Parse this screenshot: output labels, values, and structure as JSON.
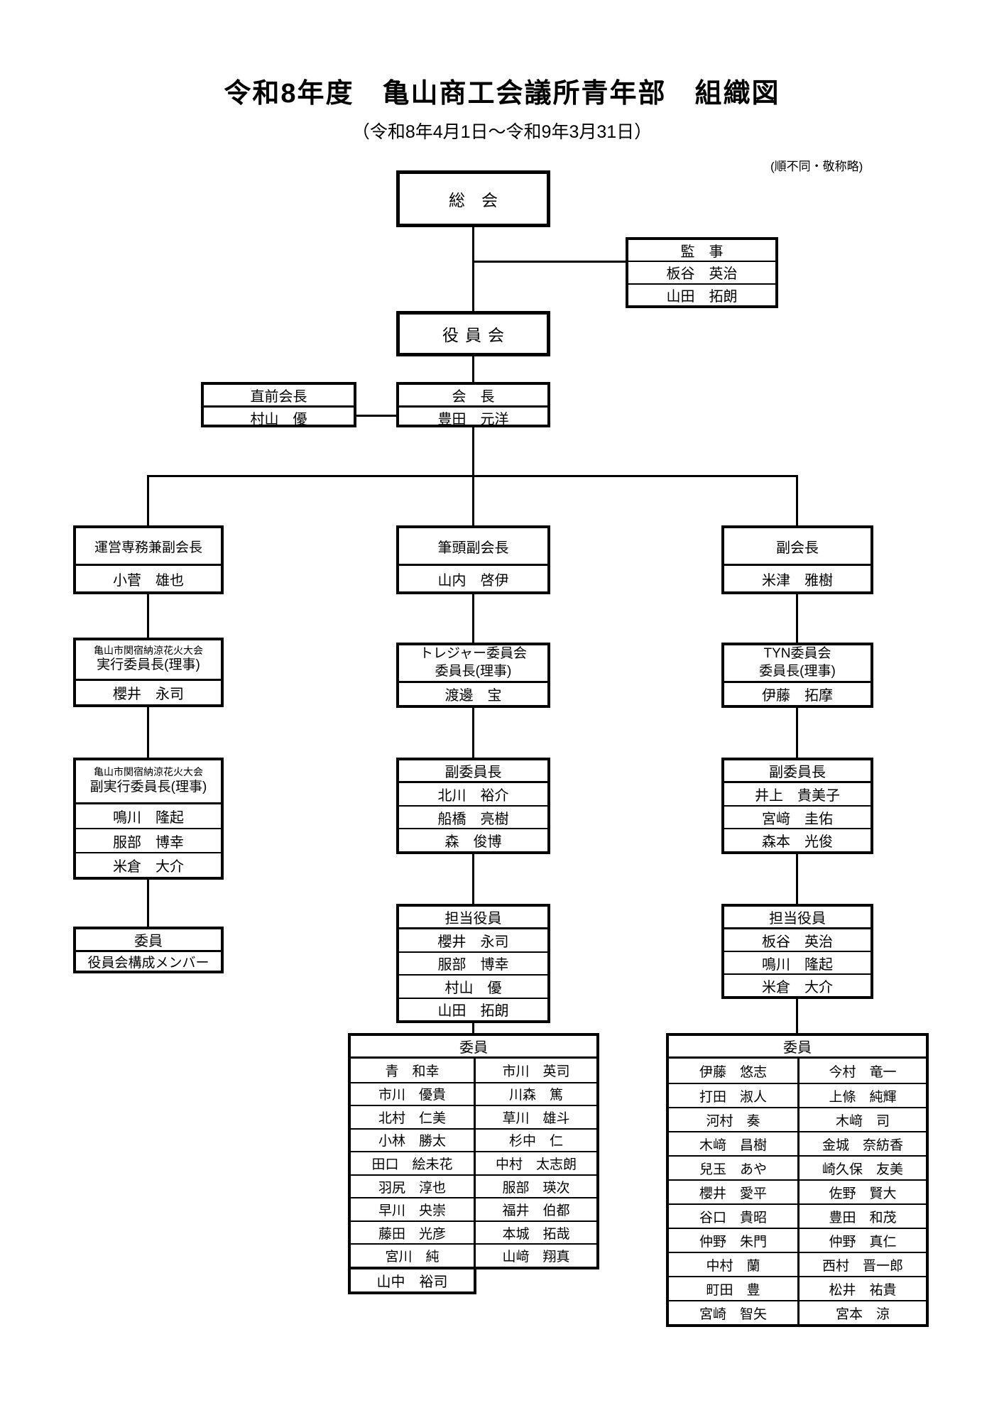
{
  "header": {
    "title": "令和8年度　亀山商工会議所青年部　組織図",
    "subtitle": "（令和8年4月1日～令和9年3月31日）",
    "note": "(順不同・敬称略)"
  },
  "soukai": {
    "label": "総　会"
  },
  "kanji": {
    "label": "監　事",
    "members": [
      "板谷　英治",
      "山田　拓朗"
    ]
  },
  "yakuinkai": {
    "label": "役員会"
  },
  "chokuzen": {
    "label": "直前会長",
    "members": [
      "村山　優"
    ]
  },
  "kaichou": {
    "label": "会　長",
    "members": [
      "豊田　元洋"
    ]
  },
  "unei": {
    "label": "運営専務兼副会長",
    "members": [
      "小菅　雄也"
    ]
  },
  "hittou": {
    "label": "筆頭副会長",
    "members": [
      "山内　啓伊"
    ]
  },
  "fukukaichou": {
    "label": "副会長",
    "members": [
      "米津　雅樹"
    ]
  },
  "hanabi_chair": {
    "org": "亀山市関宿納涼花火大会",
    "label": "実行委員長(理事)",
    "members": [
      "櫻井　永司"
    ]
  },
  "treasure_chair": {
    "org": "トレジャー委員会",
    "label": "委員長(理事)",
    "members": [
      "渡邊　宝"
    ]
  },
  "tyn_chair": {
    "org": "TYN委員会",
    "label": "委員長(理事)",
    "members": [
      "伊藤　拓摩"
    ]
  },
  "hanabi_vice": {
    "org": "亀山市関宿納涼花火大会",
    "label": "副実行委員長(理事)",
    "members": [
      "鳴川　隆起",
      "服部　博幸",
      "米倉　大介"
    ]
  },
  "treasure_vice": {
    "label": "副委員長",
    "members": [
      "北川　裕介",
      "船橋　亮樹",
      "森　俊博"
    ]
  },
  "tyn_vice": {
    "label": "副委員長",
    "members": [
      "井上　貴美子",
      "宮﨑　圭佑",
      "森本　光俊"
    ]
  },
  "treasure_officers": {
    "label": "担当役員",
    "members": [
      "櫻井　永司",
      "服部　博幸",
      "村山　優",
      "山田　拓朗"
    ]
  },
  "tyn_officers": {
    "label": "担当役員",
    "members": [
      "板谷　英治",
      "鳴川　隆起",
      "米倉　大介"
    ]
  },
  "hanabi_members": {
    "label": "委員",
    "members": [
      "役員会構成メンバー"
    ]
  },
  "treasure_members": {
    "label": "委員",
    "col1": [
      "青　和幸",
      "市川　優貴",
      "北村　仁美",
      "小林　勝太",
      "田口　絵未花",
      "羽尻　淳也",
      "早川　央崇",
      "藤田　光彦",
      "宮川　純"
    ],
    "col2": [
      "市川　英司",
      "川森　篤",
      "草川　雄斗",
      "杉中　仁",
      "中村　太志朗",
      "服部　瑛次",
      "福井　伯都",
      "本城　拓哉",
      "山﨑　翔真"
    ],
    "extra": "山中　裕司"
  },
  "tyn_members": {
    "label": "委員",
    "col1": [
      "伊藤　悠志",
      "打田　淑人",
      "河村　奏",
      "木﨑　昌樹",
      "兒玉　あや",
      "櫻井　愛平",
      "谷口　貴昭",
      "仲野　朱門",
      "中村　蘭",
      "町田　豊",
      "宮崎　智矢"
    ],
    "col2": [
      "今村　竜一",
      "上條　純輝",
      "木﨑　司",
      "金城　奈紡香",
      "崎久保　友美",
      "佐野　賢大",
      "豊田　和茂",
      "仲野　真仁",
      "西村　晋一郎",
      "松井　祐貴",
      "宮本　涼"
    ]
  }
}
